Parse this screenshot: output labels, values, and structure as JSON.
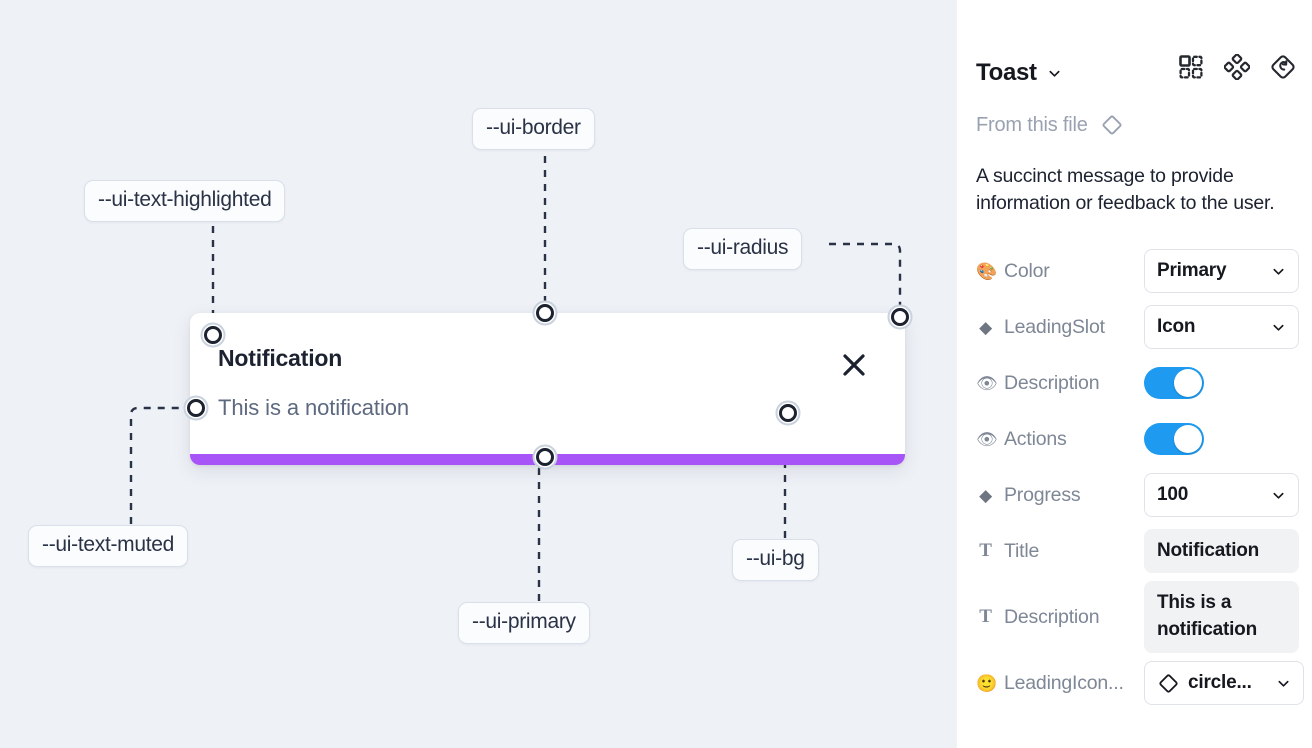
{
  "canvas": {
    "background_color": "#eef1f6",
    "toast": {
      "title": "Notification",
      "description": "This is a notification",
      "close_icon": "close-x-icon",
      "progress_color": "#a855f7",
      "background_color": "#ffffff"
    },
    "annotations": [
      {
        "id": "ui-text-highlighted",
        "label": "--ui-text-highlighted"
      },
      {
        "id": "ui-border",
        "label": "--ui-border"
      },
      {
        "id": "ui-radius",
        "label": "--ui-radius"
      },
      {
        "id": "ui-text-muted",
        "label": "--ui-text-muted"
      },
      {
        "id": "ui-primary",
        "label": "--ui-primary"
      },
      {
        "id": "ui-bg",
        "label": "--ui-bg"
      }
    ]
  },
  "panel": {
    "title": "Toast",
    "title_caret_icon": "chevron-down-icon",
    "header_icons": [
      {
        "name": "component-set-icon"
      },
      {
        "name": "four-diamond-icon"
      },
      {
        "name": "reset-instance-icon"
      }
    ],
    "from_file": {
      "label": "From this file",
      "icon": "diamond-outline-icon"
    },
    "description": "A succinct message to provide information or feedback to the user.",
    "properties": [
      {
        "icon": "palette-emoji",
        "glyph": "🎨",
        "label": "Color",
        "control": "select",
        "value": "Primary"
      },
      {
        "icon": "diamond-emoji",
        "glyph": "◆",
        "label": "LeadingSlot",
        "control": "select",
        "value": "Icon"
      },
      {
        "icon": "eye-emoji",
        "glyph": "👁",
        "label": "Description",
        "control": "toggle",
        "value": "on"
      },
      {
        "icon": "eye-emoji",
        "glyph": "👁",
        "label": "Actions",
        "control": "toggle",
        "value": "on"
      },
      {
        "icon": "diamond-emoji",
        "glyph": "◆",
        "label": "Progress",
        "control": "select",
        "value": "100"
      },
      {
        "icon": "text-glyph",
        "glyph": "T",
        "label": "Title",
        "control": "text",
        "value": "Notification"
      },
      {
        "icon": "text-glyph",
        "glyph": "T",
        "label": "Description",
        "control": "text",
        "value": "This is a notification"
      },
      {
        "icon": "smiley-emoji",
        "glyph": "🙂",
        "label": "LeadingIcon...",
        "control": "icon-select",
        "value": "circle..."
      }
    ],
    "toggle_on_color": "#1e9bf0"
  }
}
